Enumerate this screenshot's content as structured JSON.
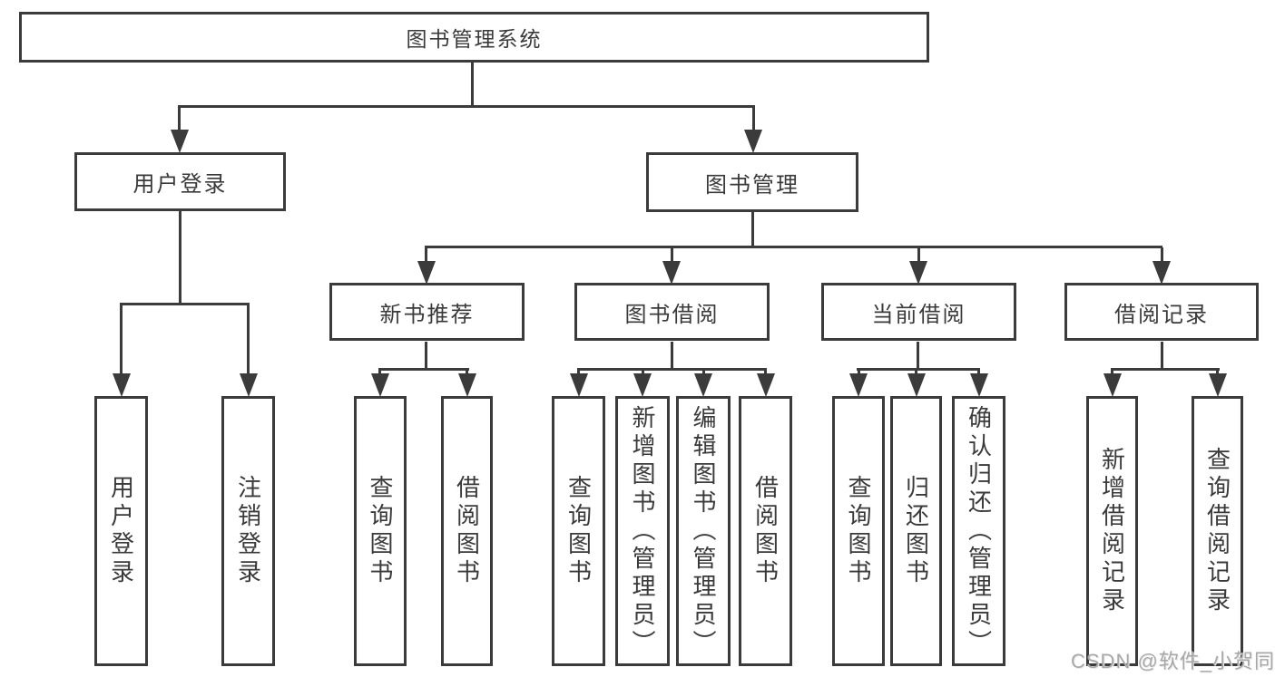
{
  "nodes": {
    "root": {
      "label": "图书管理系统"
    },
    "level2": [
      {
        "label": "用户登录"
      },
      {
        "label": "图书管理"
      }
    ],
    "level3": [
      {
        "label": "新书推荐"
      },
      {
        "label": "图书借阅"
      },
      {
        "label": "当前借阅"
      },
      {
        "label": "借阅记录"
      }
    ],
    "leaves_user_login": [
      {
        "label": "用户登录"
      },
      {
        "label": "注销登录"
      }
    ],
    "leaves_new_book": [
      {
        "label": "查询图书"
      },
      {
        "label": "借阅图书"
      }
    ],
    "leaves_book_borrow": [
      {
        "label": "查询图书"
      },
      {
        "label": "新增图书（管理员）"
      },
      {
        "label": "编辑图书（管理员）"
      },
      {
        "label": "借阅图书"
      }
    ],
    "leaves_current_borrow": [
      {
        "label": "查询图书"
      },
      {
        "label": "归还图书"
      },
      {
        "label": "确认归还（管理员）"
      }
    ],
    "leaves_borrow_records": [
      {
        "label": "新增借阅记录"
      },
      {
        "label": "查询借阅记录"
      }
    ]
  },
  "watermark": "CSDN @软件_小贺同学",
  "colors": {
    "line": "#3b3b3b",
    "text": "#3a3a3a",
    "watermark": "#a8a8a8",
    "background": "#ffffff"
  }
}
